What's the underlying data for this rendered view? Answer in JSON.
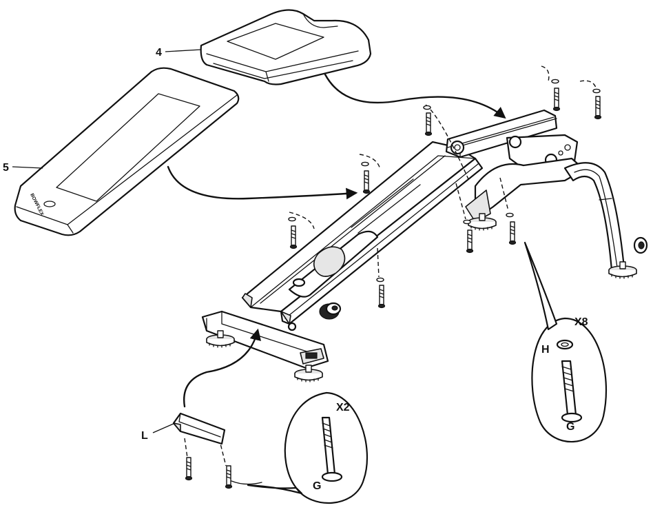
{
  "labels": {
    "part_4": "4",
    "part_5": "5",
    "part_l": "L",
    "qty_x2": "X2",
    "qty_x8": "X8",
    "hw_g_left": "G",
    "hw_g_right": "G",
    "hw_h": "H"
  },
  "pad_brand_text": "BOWFLEX",
  "colors": {
    "line": "#111111",
    "fill": "#ffffff",
    "shade": "#e6e6e6"
  }
}
